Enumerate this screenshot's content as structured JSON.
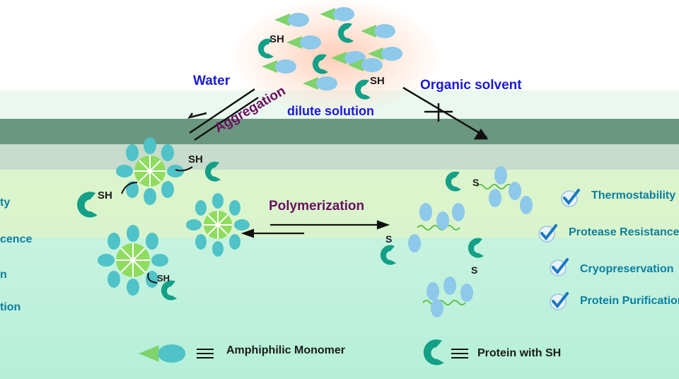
{
  "labels": {
    "water": "Water",
    "organic_solvent": "Organic solvent",
    "dilute_solution": "dilute solution",
    "aggregation": "Aggregation",
    "polymerization": "Polymerization",
    "sh": "SH",
    "s": "S"
  },
  "properties_left": [
    "ty",
    "cence",
    "n",
    "tion"
  ],
  "properties_right": [
    "Thermostability",
    "Protease Resistance",
    "Cryopreservation",
    "Protein Purification"
  ],
  "legend": {
    "monomer": "Amphiphilic Monomer",
    "protein": "Protein with SH"
  },
  "colors": {
    "monomer_triangle": "#7ed36b",
    "monomer_ellipse": "#8ec8ea",
    "protein": "#13a087",
    "micelle_head": "#4fc3c7",
    "micelle_core": "#8fdc5f",
    "heading": "#1a1ad6",
    "aggregation": "#6b1060",
    "property_text": "#0b7fa0"
  }
}
